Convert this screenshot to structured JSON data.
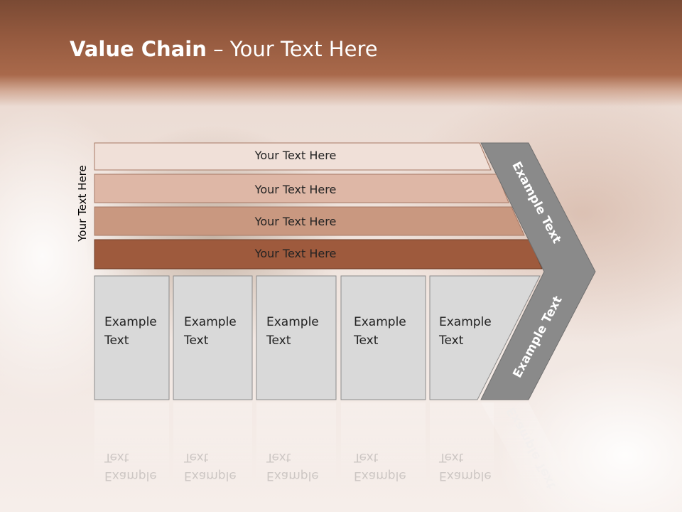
{
  "slide": {
    "title_bold": "Value Chain",
    "title_rest": " – Your Text Here",
    "vertical_label": "Your Text Here"
  },
  "bars": [
    {
      "label": "Your Text Here",
      "color": "#f0e0d8"
    },
    {
      "label": "Your Text Here",
      "color": "#deb7a6"
    },
    {
      "label": "Your Text Here",
      "color": "#c99880"
    },
    {
      "label": "Your Text Here",
      "color": "#9e5a3d"
    }
  ],
  "boxes": [
    {
      "label": "Example\nText"
    },
    {
      "label": "Example\nText"
    },
    {
      "label": "Example\nText"
    },
    {
      "label": "Example\nText"
    },
    {
      "label": "Example\nText"
    }
  ],
  "arrow": {
    "upper_label": "Example Text",
    "lower_label": "Example Text",
    "color": "#8a8a8a"
  },
  "colors": {
    "box_fill": "#d9d9d9",
    "box_stroke": "#8c8c8c"
  }
}
